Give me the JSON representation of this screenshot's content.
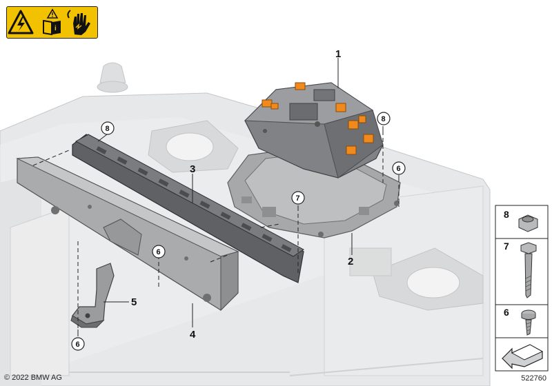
{
  "callouts": {
    "c1": "1",
    "c2": "2",
    "c3": "3",
    "c4": "4",
    "c5": "5",
    "c6a": "6",
    "c6b": "6",
    "c6c": "6",
    "c7": "7",
    "c8a": "8",
    "c8b": "8"
  },
  "side_panel": {
    "items": [
      {
        "number": "8",
        "icon": "hex-nut-icon"
      },
      {
        "number": "7",
        "icon": "hex-bolt-icon"
      },
      {
        "number": "6",
        "icon": "torx-screw-icon"
      }
    ],
    "arrow_icon": "assembly-arrow-icon"
  },
  "warning_icons": [
    "high-voltage-warning-icon",
    "read-manual-icon",
    "no-touch-hand-icon"
  ],
  "footer": {
    "copyright": "© 2022 BMW AG",
    "catalog_number": "522760"
  },
  "colors": {
    "warning_yellow": "#f2c200",
    "connector_orange": "#f08a1c",
    "housing_gray": "#7d7f82",
    "bracket_gray": "#a9abad",
    "chassis_light": "#e8e9ea"
  }
}
